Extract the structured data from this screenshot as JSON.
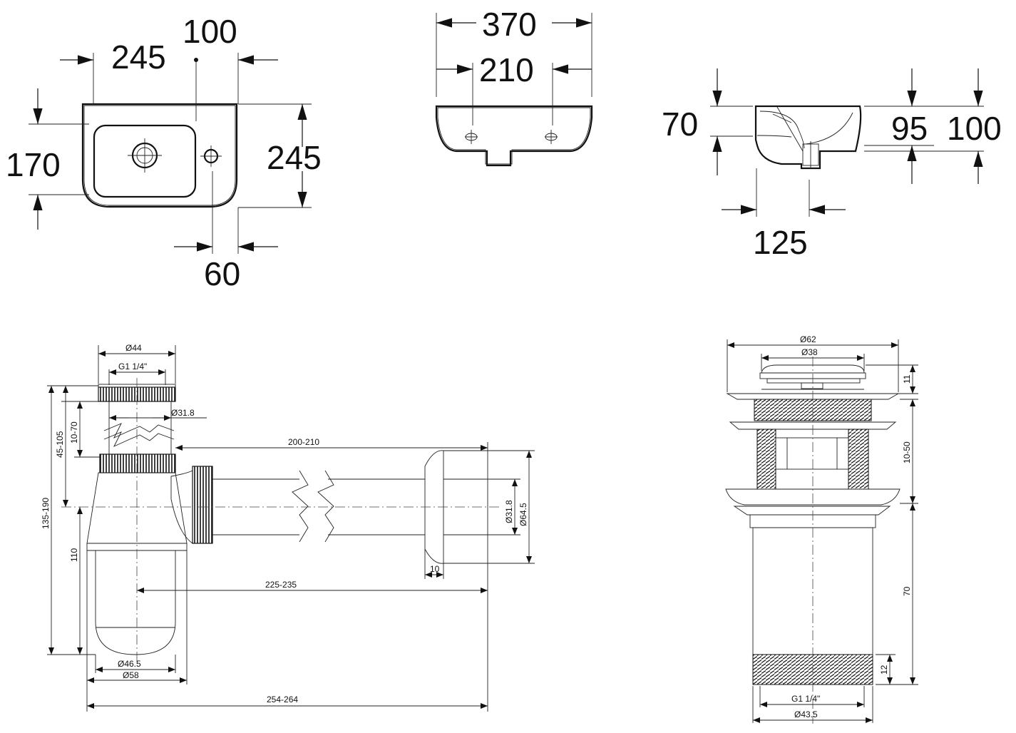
{
  "top_view": {
    "dims": {
      "width_left": "245",
      "tap_offset": "100",
      "height_left": "170",
      "height_right": "245",
      "tap_edge": "60"
    }
  },
  "front_view": {
    "dims": {
      "overall_width": "370",
      "hole_spacing": "210"
    }
  },
  "side_view": {
    "dims": {
      "height_70": "70",
      "height_95": "95",
      "height_100": "100",
      "depth_125": "125"
    }
  },
  "siphon": {
    "dims": {
      "d44": "Ø44",
      "g114": "G1 1/4\"",
      "d318_top": "Ø31.8",
      "h10_70": "10-70",
      "h45_105": "45-105",
      "h135_190": "135-190",
      "h110": "110",
      "l200_210": "200-210",
      "d318_right": "Ø31.8",
      "d645": "Ø64.5",
      "t10": "10",
      "l225_235": "225-235",
      "d465": "Ø46.5",
      "d58": "Ø58",
      "l254_264": "254-264"
    }
  },
  "drain_valve": {
    "dims": {
      "d62": "Ø62",
      "d38": "Ø38",
      "h11": "11",
      "h10_50": "10-50",
      "h70": "70",
      "h12": "12",
      "g114": "G1 1/4\"",
      "d435": "Ø43.5"
    }
  }
}
